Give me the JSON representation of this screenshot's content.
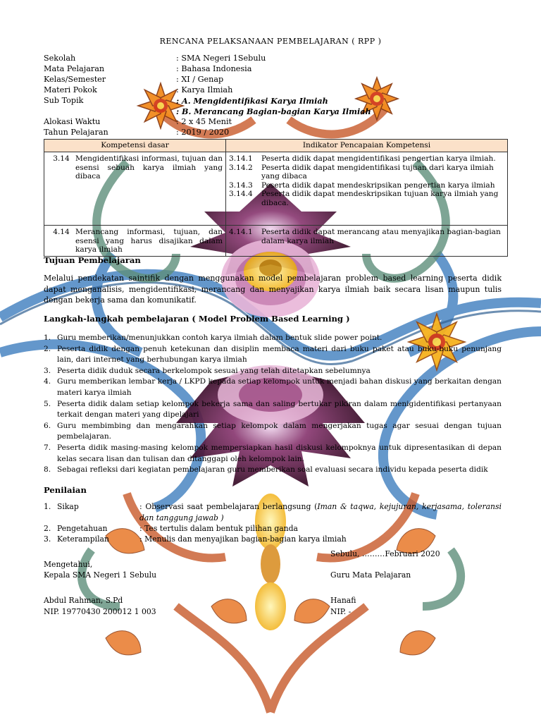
{
  "title": "RENCANA PELAKSANAAN PEMBELAJARAN ( RPP )",
  "info": [
    {
      "label": "Sekolah",
      "value": ": SMA Negeri 1Sebulu"
    },
    {
      "label": "Mata Pelajaran",
      "value": ": Bahasa Indonesia"
    },
    {
      "label": "Kelas/Semester",
      "value": ": XI / Genap"
    },
    {
      "label": "Materi Pokok",
      "value": ": Karya Ilmiah"
    },
    {
      "label": "Sub Topik",
      "value": ": A. Mengidentifikasi Karya Ilmiah"
    },
    {
      "label": "",
      "value": ": B. Merancang Bagian-bagian Karya Ilmiah"
    },
    {
      "label": "Alokasi Waktu",
      "value": ": 2 x  45 Menit"
    },
    {
      "label": "Tahun Pelajaran",
      "value": ": 2019 / 2020"
    }
  ],
  "table": {
    "headers": [
      "Kompetensi dasar",
      "Indikator Pencapaian Kompetensi"
    ],
    "rows": [
      {
        "kd_num": "3.14",
        "kd_text": "Mengidentifikasi informasi, tujuan dan esensi sebuah karya ilmiah yang dibaca",
        "indicators": [
          {
            "num": "3.14.1",
            "text": "Peserta didik dapat mengidentifikasi pengertian karya ilmiah."
          },
          {
            "num": "3.14.2",
            "text": "Peserta didik dapat mengidentifikasi tujuan dari karya ilmiah yang dibaca"
          },
          {
            "num": "3.14.3",
            "text": "Peserta didik dapat mendeskripsikan pengertian karya ilmiah"
          },
          {
            "num": "3.14.4",
            "text": "Peserta didik dapat mendeskripsikan tujuan karya ilmiah yang dibaca."
          }
        ]
      },
      {
        "kd_num": "4.14",
        "kd_text": "Merancang informasi, tujuan, dan esensi yang harus disajikan dalam karya ilmiah",
        "indicators": [
          {
            "num": "4.14.1",
            "text": "Peserta didik dapat merancang atau menyajikan bagian-bagian dalam karya ilmiah"
          }
        ]
      }
    ]
  },
  "tujuan": {
    "heading": "Tujuan Pembelajaran",
    "text": "Melalui pendekatan saintifik dengan menggunakan model pembelajaran problem based learning peserta didik dapat menganalisis, mengidentifikasi, merancang dan menyajikan karya ilmiah baik secara lisan maupun tulis dengan bekerja sama dan komunikatif."
  },
  "langkah": {
    "heading": "Langkah-langkah pembelajaran ( Model Problem Based Learning )",
    "steps": [
      "Guru memberikan/menunjukkan contoh karya ilmiah dalam bentuk slide power point.",
      "Peserta didik dengan penuh ketekunan  dan disiplin membaca materi dari buku paket atau buku-buku penunjang lain, dari internet  yang berhubungan karya ilmiah",
      "Peserta didik duduk secara berkelompok sesuai yang telah ditetapkan sebelumnya",
      "Guru memberikan lembar kerja / LKPD kepada setiap kelompok untuk menjadi bahan diskusi yang berkaitan dengan materi karya ilmiah",
      "Peserta didik dalam setiap kelompok bekerja sama dan saling bertukar pikiran  dalam menigidentifikasi pertanyaan terkait dengan materi yang dipelajari",
      "Guru membimbing dan mengarahkan setiap kelompok  dalam mengerjakan tugas agar sesuai dengan tujuan pembelajaran.",
      "Peserta didik masing-masing kelompok  mempersiapkan hasil diskusi kelompoknya untuk dipresentasikan di depan kelas secara lisan dan tulisan dan ditanggapi oleh kelompok lain.",
      "Sebagai refleksi dari kegiatan pembelajaran guru memberikan soal evaluasi secara individu kepada peserta didik"
    ]
  },
  "penilaian": {
    "heading": "Penilaian",
    "items": [
      {
        "num": "1.",
        "label": "Sikap",
        "value": ": Observasi saat pembelajaran berlangsung (",
        "value_italic": "Iman & taqwa, kejujuran, kerjasama, toleransi dan tanggung jawab )"
      },
      {
        "num": "2.",
        "label": "Pengetahuan",
        "value": ": Tes tertulis dalam bentuk pilihan ganda",
        "value_italic": ""
      },
      {
        "num": "3.",
        "label": "Keterampilan",
        "value": ": Menulis dan menyajikan bagian-bagian karya ilmiah",
        "value_italic": ""
      }
    ]
  },
  "signature": {
    "place_date": "Sebulu, ………Februari 2020",
    "mengetahui": "Mengetahui,",
    "left_title": "Kepala SMA Negeri 1 Sebulu",
    "right_title": "Guru Mata Pelajaran",
    "left_name": "Abdul Rahman, S.Pd",
    "right_name": "Hanafi",
    "left_nip": "NIP. 19770430 200012 1 003",
    "right_nip": "NIP. -"
  }
}
